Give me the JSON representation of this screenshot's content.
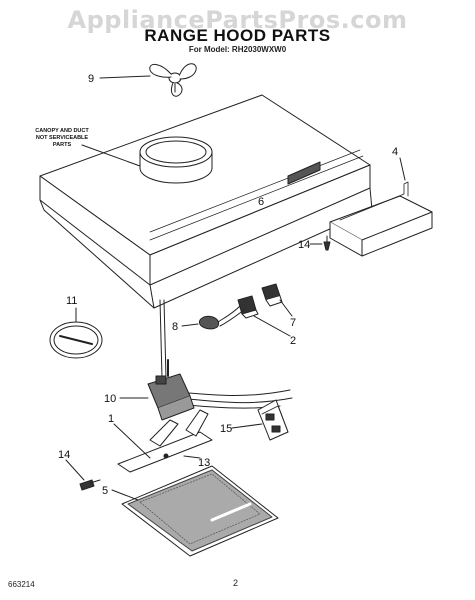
{
  "watermark": "AppliancePartsPros.com",
  "title": "RANGE HOOD PARTS",
  "model_line": "For Model: RH2030WXW0",
  "note": {
    "line1": "CANOPY AND DUCT",
    "line2": "NOT SERVICEABLE",
    "line3": "PARTS"
  },
  "callouts": {
    "c1": "1",
    "c2": "2",
    "c4": "4",
    "c5": "5",
    "c6": "6",
    "c7": "7",
    "c8": "8",
    "c9": "9",
    "c10": "10",
    "c11": "11",
    "c13": "13",
    "c14a": "14",
    "c14b": "14",
    "c15": "15"
  },
  "footer": {
    "code": "663214",
    "page": "2"
  }
}
